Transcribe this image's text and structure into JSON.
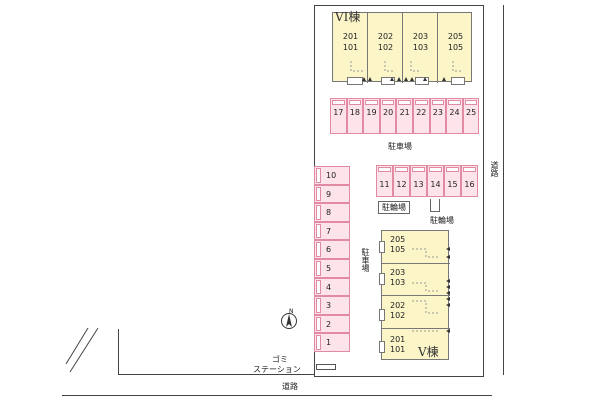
{
  "buildings": {
    "vi": {
      "name": "VI棟",
      "units": [
        {
          "upper": "201",
          "lower": "101"
        },
        {
          "upper": "202",
          "lower": "102"
        },
        {
          "upper": "203",
          "lower": "103"
        },
        {
          "upper": "205",
          "lower": "105"
        }
      ]
    },
    "v": {
      "name": "V棟",
      "units": [
        {
          "upper": "205",
          "lower": "105"
        },
        {
          "upper": "203",
          "lower": "103"
        },
        {
          "upper": "202",
          "lower": "102"
        },
        {
          "upper": "201",
          "lower": "101"
        }
      ]
    }
  },
  "parking": {
    "top_row": [
      "17",
      "18",
      "19",
      "20",
      "21",
      "22",
      "23",
      "24",
      "25"
    ],
    "middle_row": [
      "11",
      "12",
      "13",
      "14",
      "15",
      "16"
    ],
    "left_column": [
      "10",
      "9",
      "8",
      "7",
      "6",
      "5",
      "4",
      "3",
      "2",
      "1"
    ],
    "label_center": "駐車場",
    "label_left": "駐車場"
  },
  "bike_parking": {
    "label_left": "駐輪場",
    "label_right": "駐輪場"
  },
  "garbage_station": {
    "line1": "ゴミ",
    "line2": "ステーション"
  },
  "roads": {
    "bottom": "道路",
    "right": "道路"
  },
  "compass": {
    "label": "N"
  }
}
